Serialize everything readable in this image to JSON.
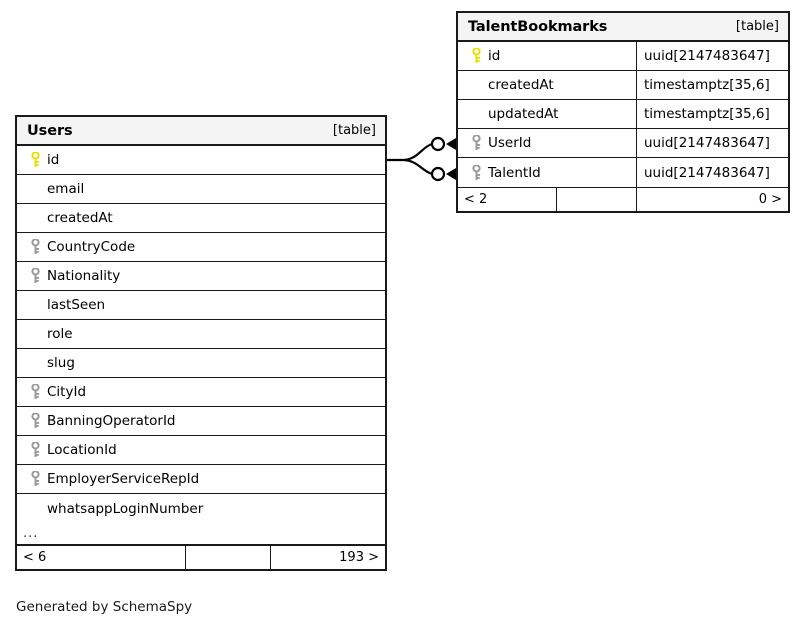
{
  "diagram": {
    "generator_caption": "Generated by SchemaSpy",
    "table_tag": "[table]",
    "ellipsis": "...",
    "colors": {
      "primary_key": "#e8e000",
      "foreign_key": "#9a9a9a",
      "border": "#1a1a1a",
      "header_background": "#f4f4f4",
      "background": "#ffffff"
    }
  },
  "tables": [
    {
      "id": "users",
      "name": "Users",
      "tag": "[table]",
      "columns": [
        {
          "name": "id",
          "key": "primary",
          "type": ""
        },
        {
          "name": "email",
          "key": "none",
          "type": ""
        },
        {
          "name": "createdAt",
          "key": "none",
          "type": ""
        },
        {
          "name": "CountryCode",
          "key": "foreign",
          "type": ""
        },
        {
          "name": "Nationality",
          "key": "foreign",
          "type": ""
        },
        {
          "name": "lastSeen",
          "key": "none",
          "type": ""
        },
        {
          "name": "role",
          "key": "none",
          "type": ""
        },
        {
          "name": "slug",
          "key": "none",
          "type": ""
        },
        {
          "name": "CityId",
          "key": "foreign",
          "type": ""
        },
        {
          "name": "BanningOperatorId",
          "key": "foreign",
          "type": ""
        },
        {
          "name": "LocationId",
          "key": "foreign",
          "type": ""
        },
        {
          "name": "EmployerServiceRepId",
          "key": "foreign",
          "type": ""
        },
        {
          "name": "whatsappLoginNumber",
          "key": "none",
          "type": ""
        }
      ],
      "has_ellipsis_row": true,
      "footer": {
        "left": "< 6",
        "middle": "",
        "right": "193 >"
      }
    },
    {
      "id": "talentbookmarks",
      "name": "TalentBookmarks",
      "tag": "[table]",
      "columns": [
        {
          "name": "id",
          "key": "primary",
          "type": "uuid[2147483647]"
        },
        {
          "name": "createdAt",
          "key": "none",
          "type": "timestamptz[35,6]"
        },
        {
          "name": "updatedAt",
          "key": "none",
          "type": "timestamptz[35,6]"
        },
        {
          "name": "UserId",
          "key": "foreign",
          "type": "uuid[2147483647]"
        },
        {
          "name": "TalentId",
          "key": "foreign",
          "type": "uuid[2147483647]"
        }
      ],
      "has_ellipsis_row": false,
      "footer": {
        "left": "< 2",
        "middle": "",
        "right": "0 >"
      }
    }
  ],
  "relationships": [
    {
      "from_table": "Users",
      "from_column": "id",
      "to_table": "TalentBookmarks",
      "to_column": "UserId",
      "notation": "zero-or-more"
    },
    {
      "from_table": "Users",
      "from_column": "id",
      "to_table": "TalentBookmarks",
      "to_column": "TalentId",
      "notation": "zero-or-more"
    }
  ]
}
